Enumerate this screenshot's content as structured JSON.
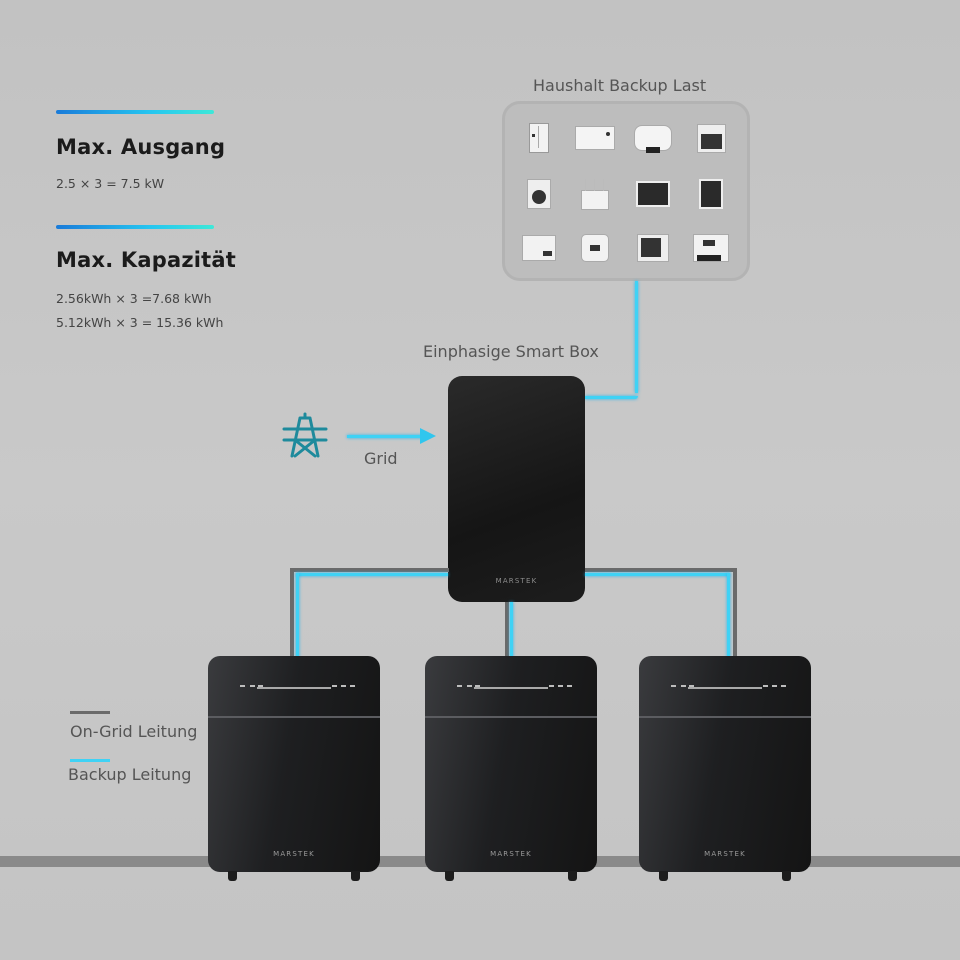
{
  "specs": {
    "output": {
      "title": "Max. Ausgang",
      "lines": [
        "2.5 × 3 = 7.5 kW"
      ]
    },
    "capacity": {
      "title": "Max. Kapazität",
      "lines": [
        "2.56kWh × 3 =7.68 kWh",
        "5.12kWh × 3 = 15.36 kWh"
      ]
    }
  },
  "household": {
    "title": "Haushalt Backup Last",
    "appliances": [
      "refrigerator-icon",
      "air-conditioner-icon",
      "water-heater-icon",
      "oven-icon",
      "washing-machine-icon",
      "router-icon",
      "tv-icon",
      "tablet-icon",
      "desktop-monitor-icon",
      "rice-cooker-icon",
      "microwave-icon",
      "printer-icon"
    ]
  },
  "smartbox": {
    "label": "Einphasige Smart Box",
    "brand": "MARSTEK"
  },
  "grid": {
    "label": "Grid",
    "icon": "power-tower-icon"
  },
  "batteries": [
    {
      "brand": "MARSTEK"
    },
    {
      "brand": "MARSTEK"
    },
    {
      "brand": "MARSTEK"
    }
  ],
  "legend": {
    "on_grid": {
      "label": "On-Grid Leitung",
      "color": "#6a6a6a"
    },
    "backup": {
      "label": "Backup Leitung",
      "color": "#3fd2f5"
    }
  },
  "colors": {
    "accent_start": "#1a7bd9",
    "accent_end": "#3ee8d8",
    "grid_icon": "#1e8a9c"
  }
}
